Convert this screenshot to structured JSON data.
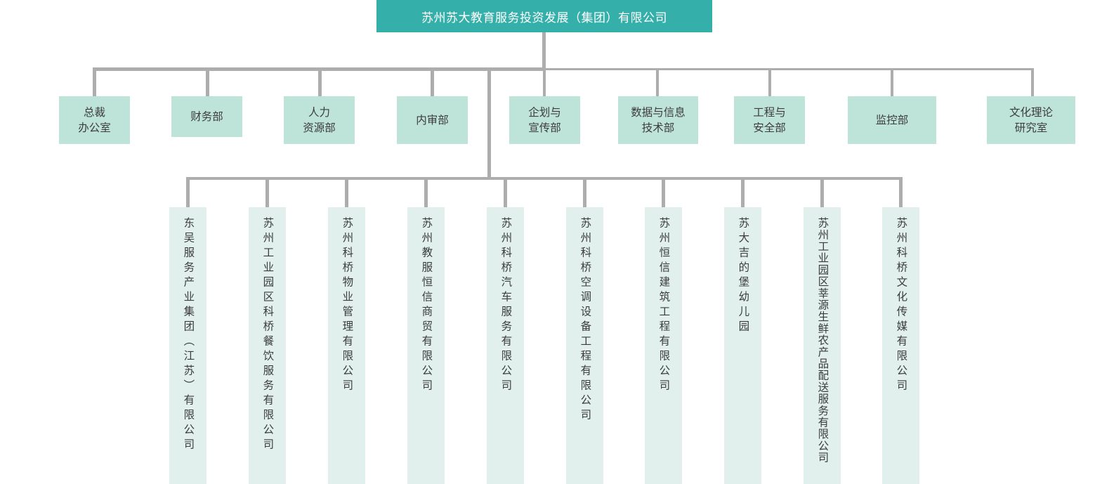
{
  "chart_data": {
    "type": "diagram",
    "diagram_type": "organization-chart",
    "title": "苏州苏大教育服务投资发展（集团）有限公司 组织架构图",
    "orientation": "top-down",
    "levels": 3,
    "node_counts": {
      "root": 1,
      "departments": 9,
      "subsidiaries": 10
    },
    "colors": {
      "root_fill": "#35afa9",
      "root_text": "#ffffff",
      "department_fill": "#bee3d9",
      "subsidiary_fill": "#e1f0ec",
      "node_text": "#3c3c3c",
      "connector": "#adadad",
      "background": "#ffffff"
    }
  },
  "root": {
    "label": "苏州苏大教育服务投资发展（集团）有限公司"
  },
  "departments": [
    {
      "lines": [
        "总裁",
        "办公室"
      ],
      "full": "总裁办公室"
    },
    {
      "lines": [
        "财务部"
      ],
      "full": "财务部"
    },
    {
      "lines": [
        "人力",
        "资源部"
      ],
      "full": "人力资源部"
    },
    {
      "lines": [
        "内审部"
      ],
      "full": "内审部"
    },
    {
      "lines": [
        "企划与",
        "宣传部"
      ],
      "full": "企划与宣传部"
    },
    {
      "lines": [
        "数据与信息",
        "技术部"
      ],
      "full": "数据与信息技术部"
    },
    {
      "lines": [
        "工程与",
        "安全部"
      ],
      "full": "工程与安全部"
    },
    {
      "lines": [
        "监控部"
      ],
      "full": "监控部"
    },
    {
      "lines": [
        "文化理论",
        "研究室"
      ],
      "full": "文化理论研究室"
    }
  ],
  "subsidiaries": [
    {
      "label": "东吴服务产业集团（江苏）有限公司"
    },
    {
      "label": "苏州工业园区科桥餐饮服务有限公司"
    },
    {
      "label": "苏州科桥物业管理有限公司"
    },
    {
      "label": "苏州教服恒信商贸有限公司"
    },
    {
      "label": "苏州科桥汽车服务有限公司"
    },
    {
      "label": "苏州科桥空调设备工程有限公司"
    },
    {
      "label": "苏州恒信建筑工程有限公司"
    },
    {
      "label": "苏大吉的堡幼儿园"
    },
    {
      "label": "苏州工业园区莘源生鲜农产品配送服务有限公司"
    },
    {
      "label": "苏州科桥文化传媒有限公司"
    }
  ]
}
